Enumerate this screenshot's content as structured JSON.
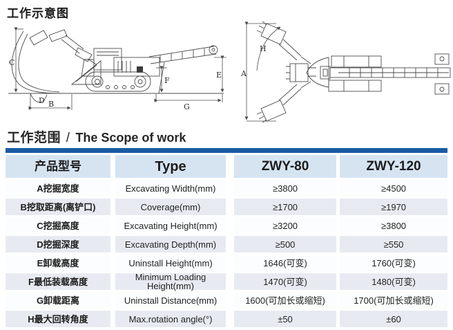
{
  "titles": {
    "diagram": "工作示意图",
    "scope_zh": "工作范围",
    "scope_sep": "/",
    "scope_en": "The Scope of work"
  },
  "table": {
    "headers": [
      "产品型号",
      "Type",
      "ZWY-80",
      "ZWY-120"
    ],
    "rows": [
      [
        "A挖掘宽度",
        "Excavating Width(mm)",
        "≥3800",
        "≥4500"
      ],
      [
        "B挖取距离(离铲口)",
        "Coverage(mm)",
        "≥1700",
        "≥1970"
      ],
      [
        "C挖掘高度",
        "Excavating Height(mm)",
        "≥3200",
        "≥3800"
      ],
      [
        "D挖掘深度",
        "Excavating Depth(mm)",
        "≥500",
        "≥550"
      ],
      [
        "E卸载高度",
        "Uninstall Height(mm)",
        "1646(可变)",
        "1760(可变)"
      ],
      [
        "F最低装载高度",
        "Minimum Loading Height(mm)",
        "1470(可变)",
        "1480(可变)"
      ],
      [
        "G卸载距离",
        "Uninstall Distance(mm)",
        "1600(可加长或缩短)",
        "1700(可加长或缩短)"
      ],
      [
        "H最大回转角度",
        "Max.rotation angle(°)",
        "±50",
        "±60"
      ]
    ]
  },
  "diagrams": {
    "side_labels": [
      "C",
      "D",
      "B",
      "F",
      "E",
      "G"
    ],
    "top_labels": [
      "A",
      "H"
    ]
  },
  "colors": {
    "accent": "#1a5ba6",
    "header-bg": "#d6e4f2",
    "stripe-bg": "#e7ebf1",
    "row-bg": "#fcfdfe"
  }
}
